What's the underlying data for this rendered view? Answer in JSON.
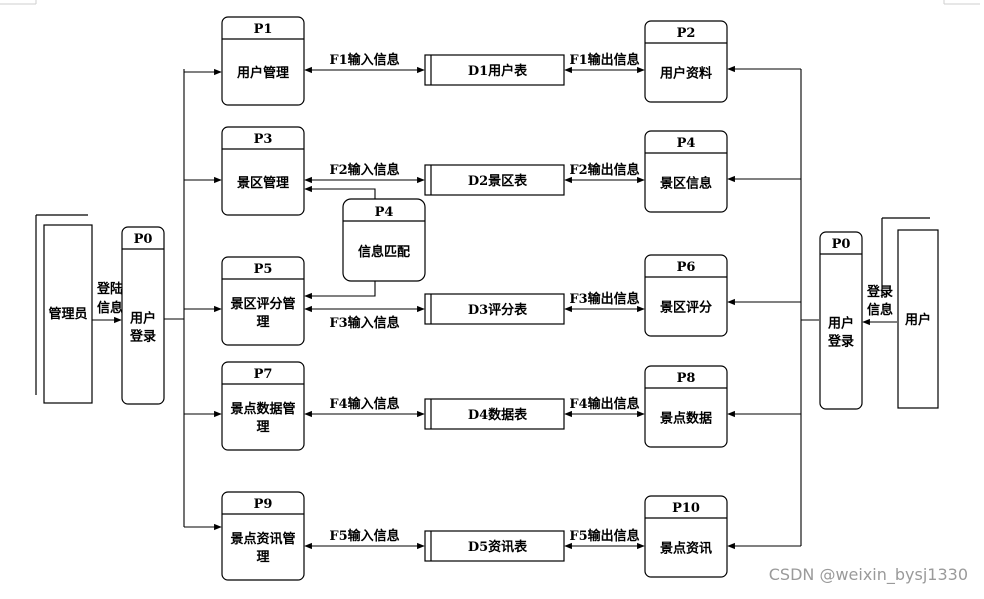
{
  "admin": {
    "label": "管理员",
    "login_label": [
      "登陆",
      "信息"
    ]
  },
  "user": {
    "label": "用户",
    "login_label": [
      "登录",
      "信息"
    ]
  },
  "p0_left": {
    "id": "P0",
    "name": [
      "用户",
      "登录"
    ]
  },
  "p0_right": {
    "id": "P0",
    "name": [
      "用户",
      "登录"
    ]
  },
  "p4": {
    "id": "P4",
    "name": "信息匹配"
  },
  "rows": [
    {
      "left": {
        "id": "P1",
        "name": [
          "用户管理"
        ]
      },
      "in_flow": "F1输入信息",
      "store": "D1用户表",
      "out_flow": "F1输出信息",
      "right": {
        "id": "P2",
        "name": [
          "用户资料"
        ]
      }
    },
    {
      "left": {
        "id": "P3",
        "name": [
          "景区管理"
        ]
      },
      "in_flow": "F2输入信息",
      "store": "D2景区表",
      "out_flow": "F2输出信息",
      "right": {
        "id": "P4",
        "name": [
          "景区信息"
        ]
      }
    },
    {
      "left": {
        "id": "P5",
        "name": [
          "景区评分管",
          "理"
        ]
      },
      "in_flow": "F3输入信息",
      "store": "D3评分表",
      "out_flow": "F3输出信息",
      "right": {
        "id": "P6",
        "name": [
          "景区评分"
        ]
      }
    },
    {
      "left": {
        "id": "P7",
        "name": [
          "景点数据管",
          "理"
        ]
      },
      "in_flow": "F4输入信息",
      "store": "D4数据表",
      "out_flow": "F4输出信息",
      "right": {
        "id": "P8",
        "name": [
          "景点数据"
        ]
      }
    },
    {
      "left": {
        "id": "P9",
        "name": [
          "景点资讯管",
          "理"
        ]
      },
      "in_flow": "F5输入信息",
      "store": "D5资讯表",
      "out_flow": "F5输出信息",
      "right": {
        "id": "P10",
        "name": [
          "景点资讯"
        ]
      }
    }
  ],
  "watermark": "CSDN @weixin_bysj1330"
}
